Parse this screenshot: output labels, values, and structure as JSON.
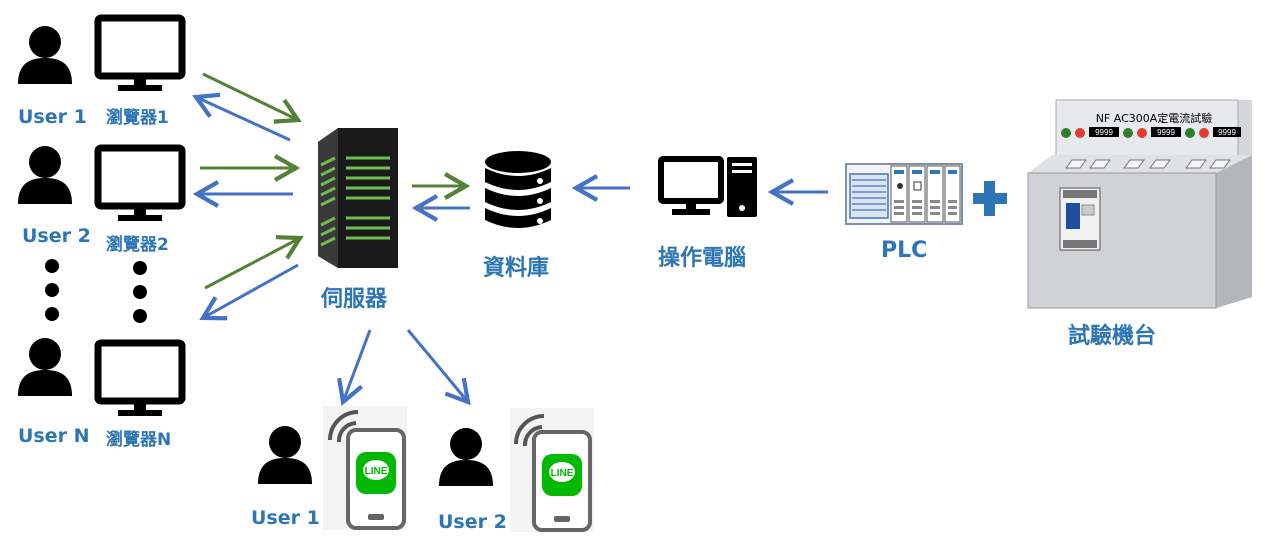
{
  "users_left": [
    {
      "user": "User 1",
      "browser": "瀏覽器1"
    },
    {
      "user": "User 2",
      "browser": "瀏覽器2"
    },
    {
      "user": "User N",
      "browser": "瀏覽器N"
    }
  ],
  "server": {
    "label": "伺服器"
  },
  "database": {
    "label": "資料庫"
  },
  "operator_pc": {
    "label": "操作電腦"
  },
  "plc": {
    "label": "PLC"
  },
  "test_machine": {
    "label": "試驗機台",
    "panel_title": "NF AC300A定電流試驗",
    "readouts": [
      "9999",
      "9999",
      "9999"
    ]
  },
  "line_users": [
    {
      "user": "User 1",
      "app": "LINE"
    },
    {
      "user": "User 2",
      "app": "LINE"
    }
  ],
  "colors": {
    "label_blue": "#2e75b6",
    "arrow_blue": "#4472c4",
    "arrow_green": "#548235",
    "line_green": "#00b900",
    "plus_blue": "#2e75b6"
  }
}
